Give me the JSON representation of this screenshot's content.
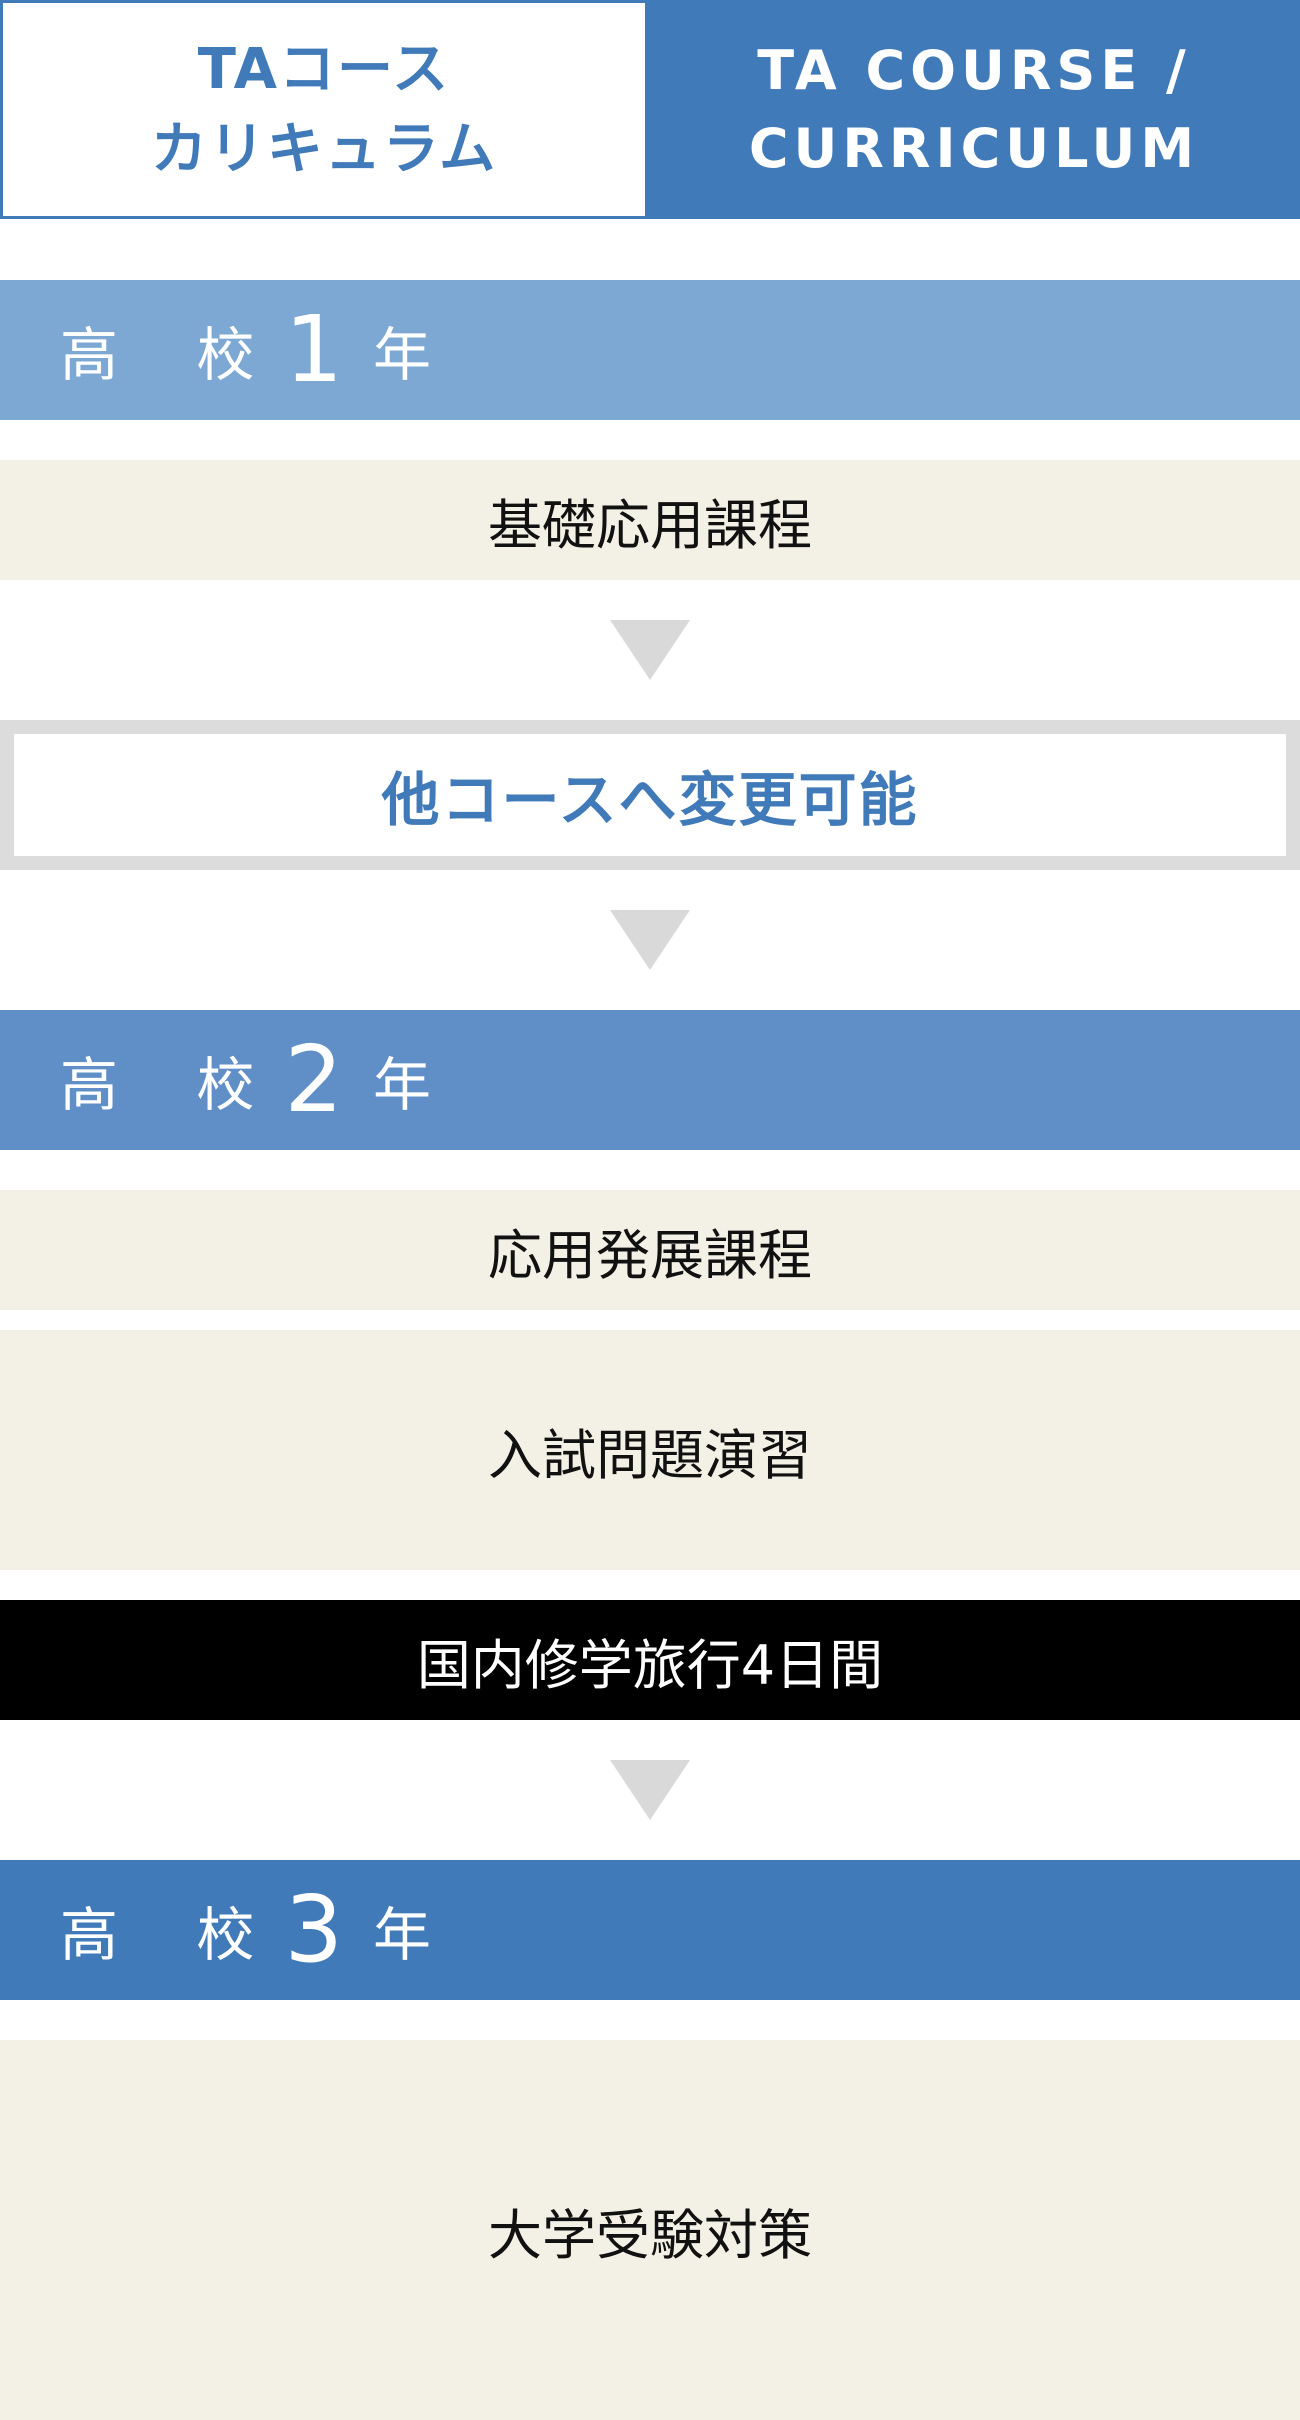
{
  "header": {
    "jp_title_line1": "TAコース",
    "jp_title_line2": "カリキュラム",
    "en_title_line1": "TA COURSE /",
    "en_title_line2": "CURRICULUM"
  },
  "years": [
    {
      "prefix": "高 校",
      "number": "1",
      "suffix": "年",
      "color": "#7da8d3"
    },
    {
      "prefix": "高 校",
      "number": "2",
      "suffix": "年",
      "color": "#5f8fc6"
    },
    {
      "prefix": "高 校",
      "number": "3",
      "suffix": "年",
      "color": "#417ab9"
    }
  ],
  "courses": {
    "year1_course": "基礎応用課程",
    "change_note": "他コースへ変更可能",
    "year2_course": "応用発展課程",
    "year2_practice": "入試問題演習",
    "trip": "国内修学旅行4日間",
    "year3_course": "大学受験対策"
  },
  "colors": {
    "accent": "#417ab9",
    "panel_bg": "#f3f0e5",
    "arrow": "#d9d9d9"
  }
}
